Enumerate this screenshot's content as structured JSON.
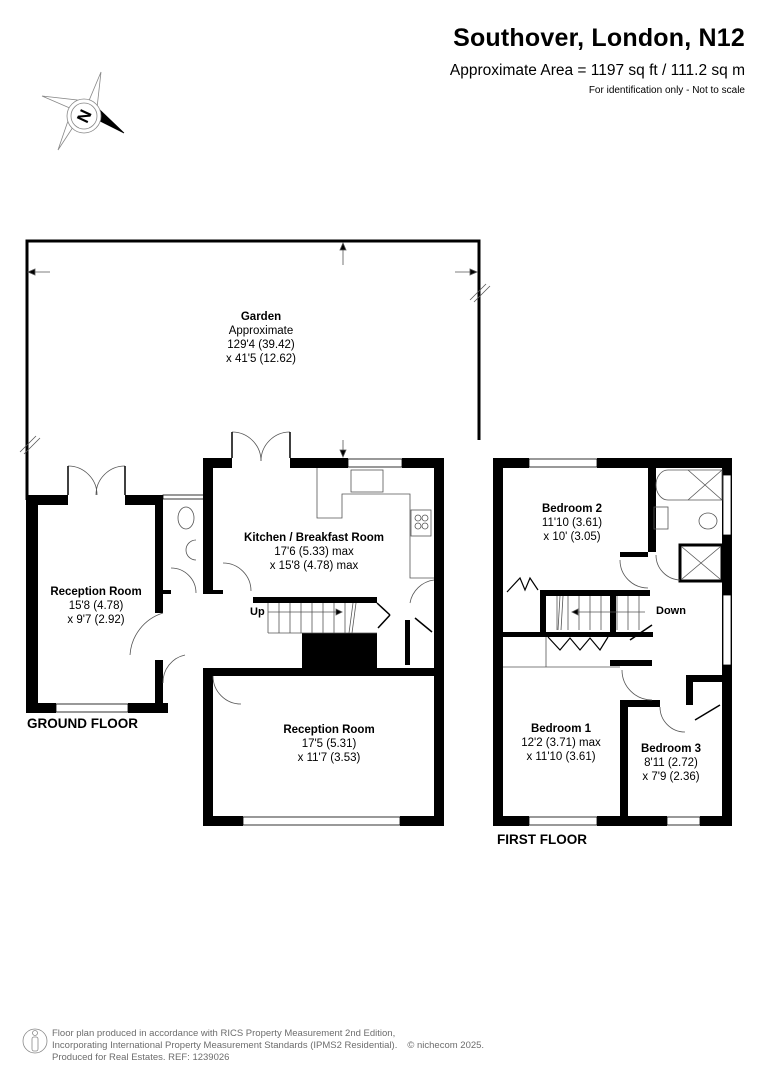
{
  "header": {
    "title": "Southover, London, N12",
    "area": "Approximate Area = 1197 sq ft / 111.2 sq m",
    "note": "For identification only - Not to scale"
  },
  "compass": {
    "icon": "north-compass-icon",
    "letter": "N"
  },
  "garden": {
    "name": "Garden",
    "qualifier": "Approximate",
    "dim1": "129'4 (39.42)",
    "dim2": "x 41'5 (12.62)"
  },
  "ground_floor": {
    "label": "GROUND FLOOR",
    "stairs_label": "Up",
    "rooms": [
      {
        "name": "Reception Room",
        "dim1": "15'8 (4.78)",
        "dim2": "x 9'7 (2.92)"
      },
      {
        "name": "Kitchen / Breakfast Room",
        "dim1": "17'6 (5.33) max",
        "dim2": "x 15'8 (4.78) max"
      },
      {
        "name": "Reception Room",
        "dim1": "17'5 (5.31)",
        "dim2": "x 11'7 (3.53)"
      }
    ]
  },
  "first_floor": {
    "label": "FIRST FLOOR",
    "stairs_label": "Down",
    "rooms": [
      {
        "name": "Bedroom 2",
        "dim1": "11'10 (3.61)",
        "dim2": "x 10' (3.05)"
      },
      {
        "name": "Bedroom 1",
        "dim1": "12'2 (3.71) max",
        "dim2": "x 11'10 (3.61)"
      },
      {
        "name": "Bedroom 3",
        "dim1": "8'11 (2.72)",
        "dim2": "x 7'9 (2.36)"
      }
    ]
  },
  "footer": {
    "line1": "Floor plan produced in accordance with RICS Property Measurement 2nd Edition,",
    "line2": "Incorporating International Property Measurement Standards (IPMS2 Residential).",
    "copyright": "© nichecom 2025.",
    "line3": "Produced for Real Estates.   REF:  1239026"
  },
  "colors": {
    "wall": "#000000",
    "thin_line": "#555555",
    "footer_text": "#6d6d6d",
    "background": "#ffffff"
  }
}
